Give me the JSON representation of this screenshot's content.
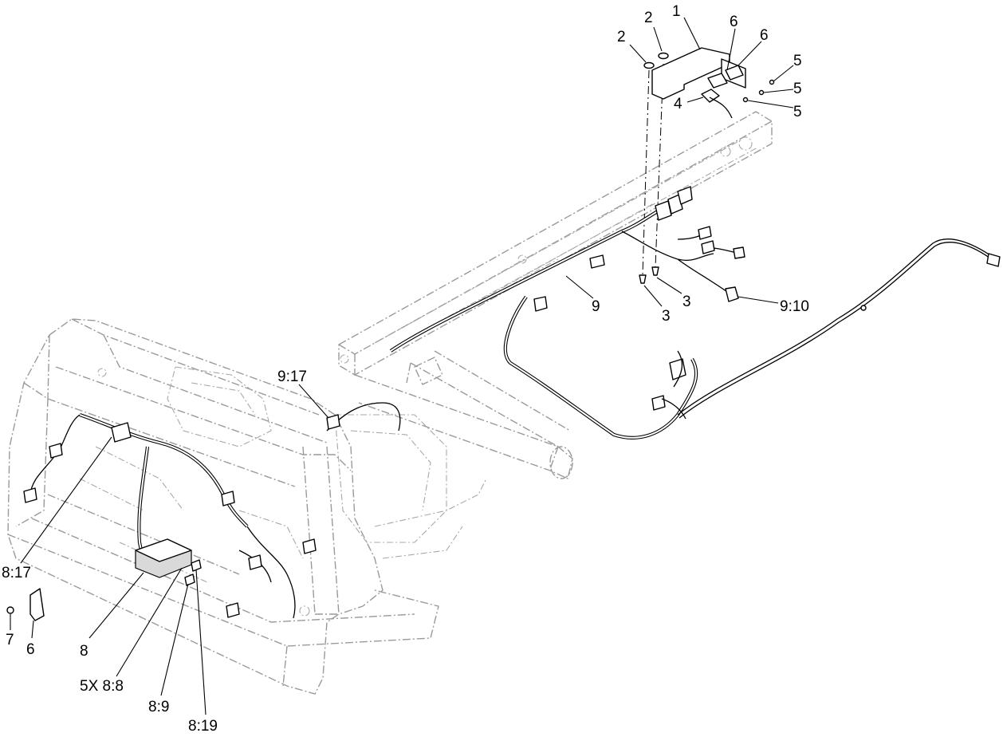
{
  "callouts": {
    "c1": "1",
    "c2a": "2",
    "c2b": "2",
    "c6a": "6",
    "c6b": "6",
    "c5a": "5",
    "c5b": "5",
    "c5c": "5",
    "c4": "4",
    "c3a": "3",
    "c3b": "3",
    "c9": "9",
    "c9_10": "9:10",
    "c9_17": "9:17",
    "c8_17": "8:17",
    "c7": "7",
    "c6c": "6",
    "c8": "8",
    "c5x88": "5X 8:8",
    "c8_9": "8:9",
    "c8_19": "8:19"
  }
}
